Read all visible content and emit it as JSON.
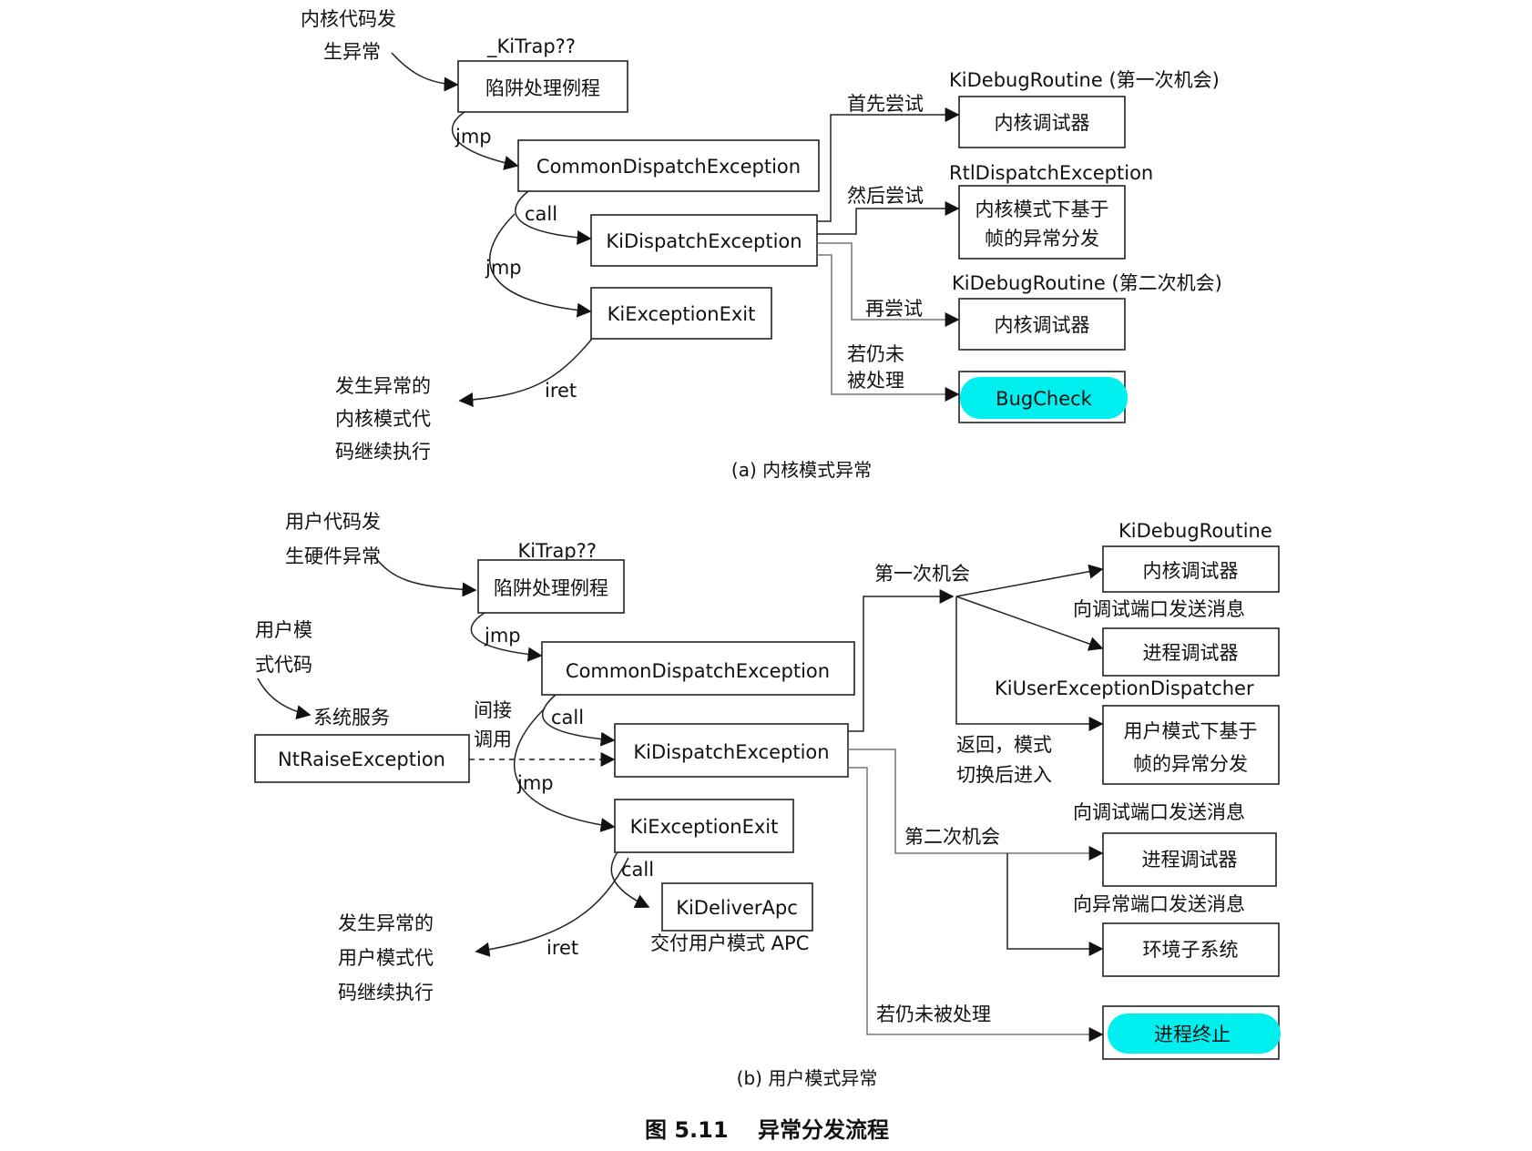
{
  "figure": {
    "number": "图 5.11",
    "title": "异常分发流程"
  },
  "panel_a": {
    "caption": "(a) 内核模式异常",
    "start_label_lines": [
      "内核代码发",
      "生异常"
    ],
    "trap_name": "_KiTrap??",
    "nodes": {
      "trap_handler": "陷阱处理例程",
      "common_dispatch": "CommonDispatchException",
      "ki_dispatch": "KiDispatchException",
      "ki_exit": "KiExceptionExit",
      "debugger1": "内核调试器",
      "rtl_frame_lines": [
        "内核模式下基于",
        "帧的异常分发"
      ],
      "debugger2": "内核调试器",
      "bugcheck": "BugCheck"
    },
    "node_titles": {
      "debugger1": "KiDebugRoutine (第一次机会)",
      "rtl_frame": "RtlDispatchException",
      "debugger2": "KiDebugRoutine (第二次机会)"
    },
    "edge_labels": {
      "jmp1": "jmp",
      "call": "call",
      "jmp2": "jmp",
      "iret": "iret",
      "first_try": "首先尝试",
      "then_try": "然后尝试",
      "retry": "再尝试",
      "unhandled_lines": [
        "若仍未",
        "被处理"
      ]
    },
    "end_label_lines": [
      "发生异常的",
      "内核模式代",
      "码继续执行"
    ]
  },
  "panel_b": {
    "caption": "(b) 用户模式异常",
    "start_label_lines": [
      "用户代码发",
      "生硬件异常"
    ],
    "user_mode_label_lines": [
      "用户模",
      "式代码"
    ],
    "system_service_label": "系统服务",
    "trap_name": "_KiTrap??",
    "nodes": {
      "trap_handler": "陷阱处理例程",
      "common_dispatch": "CommonDispatchException",
      "nt_raise": "NtRaiseException",
      "ki_dispatch": "KiDispatchException",
      "ki_exit": "KiExceptionExit",
      "ki_deliver_apc": "KiDeliverApc",
      "kernel_debugger": "内核调试器",
      "process_debugger1": "进程调试器",
      "user_frame_lines": [
        "用户模式下基于",
        "帧的异常分发"
      ],
      "process_debugger2": "进程调试器",
      "env_subsystem": "环境子系统",
      "process_terminate": "进程终止"
    },
    "node_titles": {
      "kernel_debugger": "KiDebugRoutine",
      "process_debugger1": "向调试端口发送消息",
      "user_frame": "KiUserExceptionDispatcher",
      "process_debugger2": "向调试端口发送消息",
      "env_subsystem": "向异常端口发送消息"
    },
    "apc_note": "交付用户模式 APC",
    "edge_labels": {
      "jmp1": "jmp",
      "call1": "call",
      "indirect_lines": [
        "间接",
        "调用"
      ],
      "jmp2": "jmp",
      "call2": "call",
      "iret": "iret",
      "first_chance": "第一次机会",
      "return_lines": [
        "返回，模式",
        "切换后进入"
      ],
      "second_chance": "第二次机会",
      "unhandled": "若仍未被处理"
    },
    "end_label_lines": [
      "发生异常的",
      "用户模式代",
      "码继续执行"
    ]
  },
  "colors": {
    "terminal_fill": "#00f0f0",
    "line": "#222222"
  }
}
